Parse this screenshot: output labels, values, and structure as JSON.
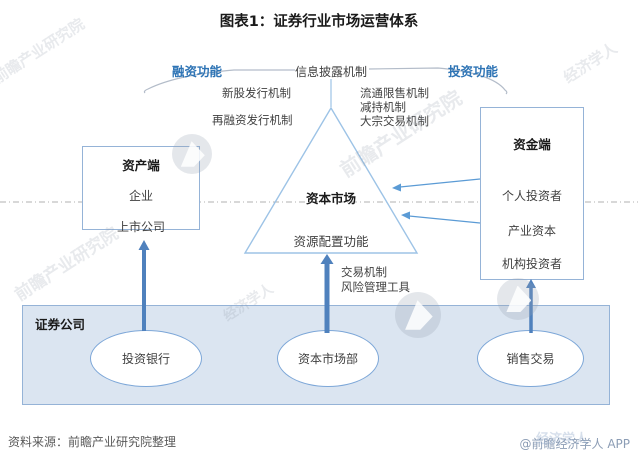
{
  "title": "图表1：证券行业市场运营体系",
  "top": {
    "financing_label": "融资功能",
    "disclosure_label": "信息披露机制",
    "investment_label": "投资功能",
    "left_mechanisms": [
      "新股发行机制",
      "再融资发行机制"
    ],
    "right_mechanisms": [
      "流通限售机制",
      "减持机制",
      "大宗交易机制"
    ]
  },
  "asset_box": {
    "title": "资产端",
    "items": [
      "企业",
      "上市公司"
    ]
  },
  "capital_market": {
    "name": "资本市场",
    "function": "资源配置功能",
    "mechanisms": [
      "交易机制",
      "风险管理工具"
    ]
  },
  "fund_box": {
    "title": "资金端",
    "items": [
      "个人投资者",
      "产业资本",
      "机构投资者"
    ]
  },
  "securities_company": {
    "title": "证券公司",
    "departments": [
      "投资银行",
      "资本市场部",
      "销售交易"
    ]
  },
  "footer": {
    "source": "资料来源：前瞻产业研究院整理",
    "brand": "@前瞻经济学人 APP"
  },
  "watermark": {
    "text": "前瞻产业研究院",
    "text_short": "经济学人"
  },
  "colors": {
    "accent_blue": "#2e74b5",
    "connector_blue": "#4f81bd",
    "border_blue": "#95b3d7",
    "panel_fill": "#dbe5f1",
    "dash_gray": "#b0b0b0"
  }
}
